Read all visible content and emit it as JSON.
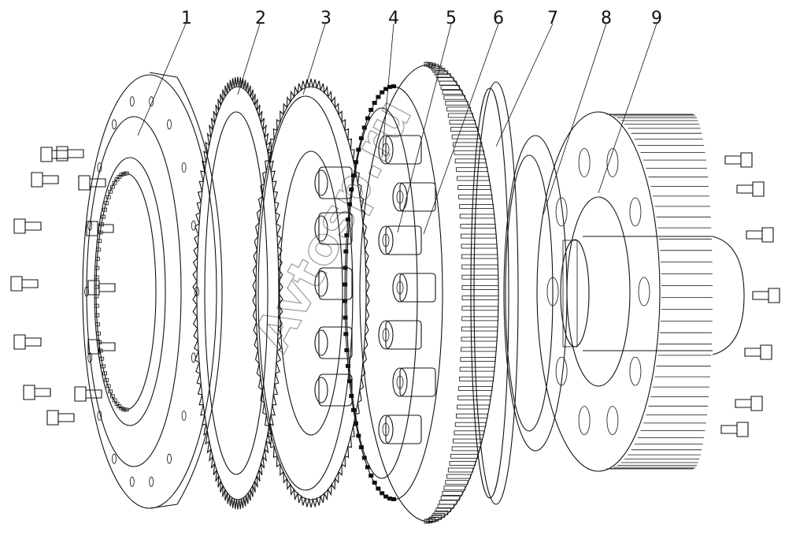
{
  "labels": [
    "1",
    "2",
    "3",
    "4",
    "5",
    "6",
    "7",
    "8",
    "9"
  ],
  "watermark": "Avtosp.ru",
  "colors": {
    "ink": "#111111",
    "background": "#ffffff",
    "watermark": "#9a9a9a"
  }
}
